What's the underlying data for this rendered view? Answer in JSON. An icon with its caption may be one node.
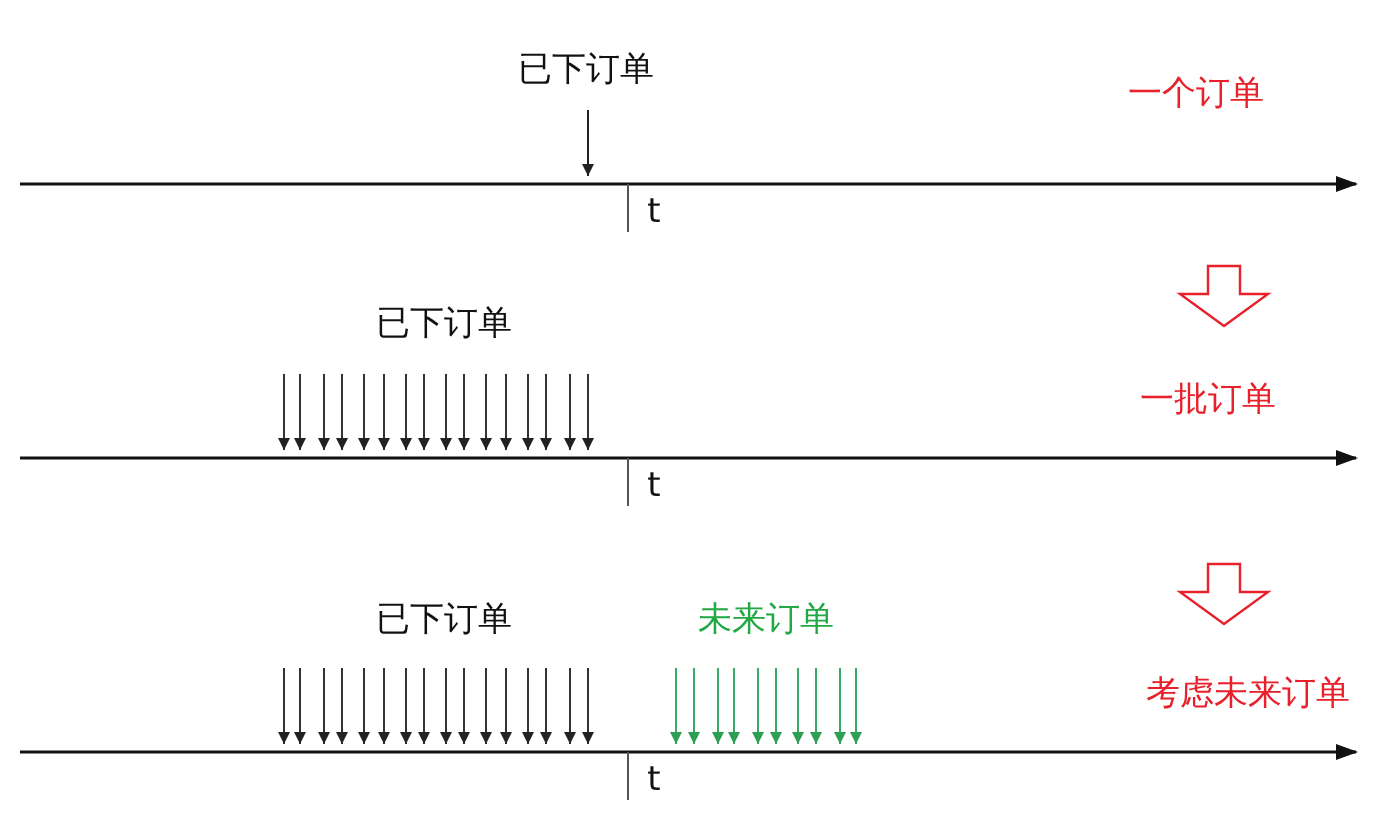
{
  "diagram": {
    "labels": [
      "已下订单",
      "一个订单",
      "t",
      "已下订单",
      "一批订单",
      "t",
      "已下订单",
      "未来订单",
      "考虑未来订单",
      "t"
    ]
  }
}
